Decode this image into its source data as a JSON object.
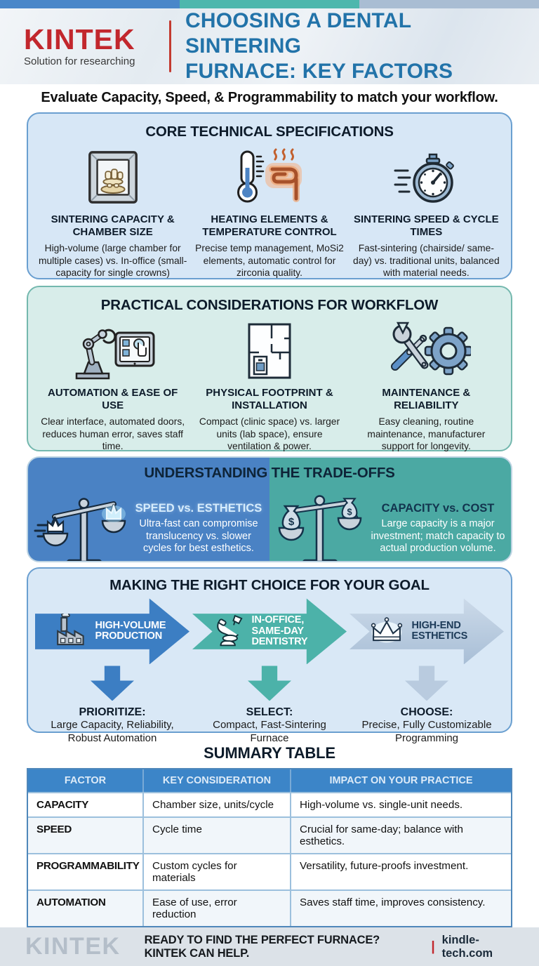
{
  "header": {
    "logo": "KINTEK",
    "logo_tagline": "Solution for researching",
    "title_line1": "CHOOSING A DENTAL SINTERING",
    "title_line2": "FURNACE: KEY FACTORS"
  },
  "subtitle": "Evaluate Capacity, Speed, & Programmability to match your workflow.",
  "sections": {
    "core": {
      "title": "CORE TECHNICAL SPECIFICATIONS",
      "columns": [
        {
          "icon": "furnace-chamber-icon",
          "heading": "SINTERING CAPACITY & CHAMBER SIZE",
          "body": "High-volume (large chamber for multiple cases) vs. In-office (small-capacity for single crowns)"
        },
        {
          "icon": "thermometer-heating-element-icon",
          "heading": "HEATING ELEMENTS & TEMPERATURE CONTROL",
          "body": "Precise temp management, MoSi2 elements, automatic control for zirconia quality."
        },
        {
          "icon": "stopwatch-icon",
          "heading": "SINTERING SPEED & CYCLE TIMES",
          "body": "Fast-sintering (chairside/ same-day) vs. traditional units, balanced with material needs."
        }
      ]
    },
    "practical": {
      "title": "PRACTICAL CONSIDERATIONS FOR WORKFLOW",
      "columns": [
        {
          "icon": "robot-arm-touchscreen-icon",
          "heading": "AUTOMATION & EASE OF USE",
          "body": "Clear interface, automated doors, reduces human error, saves staff time."
        },
        {
          "icon": "floor-plan-icon",
          "heading": "PHYSICAL FOOTPRINT & INSTALLATION",
          "body": "Compact (clinic space) vs. larger units (lab space), ensure ventilation & power."
        },
        {
          "icon": "wrench-gear-icon",
          "heading": "MAINTENANCE & RELIABILITY",
          "body": "Easy cleaning, routine maintenance, manufacturer support for longevity."
        }
      ]
    },
    "tradeoffs": {
      "title": "UNDERSTANDING THE TRADE-OFFS",
      "left": {
        "icon": "balance-scale-crowns-icon",
        "heading": "SPEED vs. ESTHETICS",
        "body": "Ultra-fast can compromise translucency vs. slower cycles for best esthetics."
      },
      "right": {
        "icon": "balance-scale-money-icon",
        "heading": "CAPACITY vs. COST",
        "body": "Large capacity is a major investment; match capacity to actual production volume."
      }
    },
    "choice": {
      "title": "MAKING THE RIGHT CHOICE FOR YOUR GOAL",
      "paths": [
        {
          "icon": "factory-icon",
          "arrow_label": "HIGH-VOLUME PRODUCTION",
          "action_label": "PRIORITIZE:",
          "action_body": "Large Capacity, Reliability, Robust Automation"
        },
        {
          "icon": "dental-chair-icon",
          "arrow_label": "IN-OFFICE, SAME-DAY DENTISTRY",
          "action_label": "SELECT:",
          "action_body": "Compact, Fast-Sintering Furnace"
        },
        {
          "icon": "crown-icon",
          "arrow_label": "HIGH-END ESTHETICS",
          "action_label": "CHOOSE:",
          "action_body": "Precise, Fully Customizable Programming"
        }
      ]
    },
    "summary": {
      "title": "SUMMARY TABLE",
      "table": {
        "headers": [
          "FACTOR",
          "KEY CONSIDERATION",
          "IMPACT ON YOUR PRACTICE"
        ],
        "rows": [
          [
            "CAPACITY",
            "Chamber size, units/cycle",
            "High-volume vs. single-unit needs."
          ],
          [
            "SPEED",
            "Cycle time",
            "Crucial for same-day; balance with esthetics."
          ],
          [
            "PROGRAMMABILITY",
            "Custom cycles for materials",
            "Versatility, future-proofs investment."
          ],
          [
            "AUTOMATION",
            "Ease of use, error reduction",
            "Saves staff time, improves consistency."
          ]
        ]
      }
    }
  },
  "footer": {
    "logo": "KINTEK",
    "cta": "READY TO FIND THE PERFECT FURNACE? KINTEK CAN HELP.",
    "divider": "|",
    "website": "kindle-tech.com"
  },
  "colors": {
    "brand_red": "#c2272d",
    "title_blue": "#2273a9",
    "topbar_blue": "#4a87c9",
    "topbar_teal": "#4db7ad",
    "topbar_gray": "#a9bdd3",
    "card_blue_bg": "#d7e7f6",
    "card_teal_bg": "#d8edea",
    "tradeoff_blue": "#4a82c4",
    "tradeoff_teal": "#4ba9a3",
    "table_header_blue": "#3c85c8"
  }
}
